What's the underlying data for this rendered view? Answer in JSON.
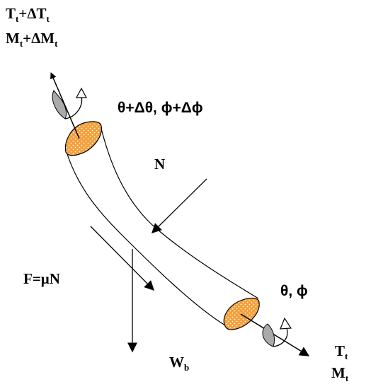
{
  "labels": {
    "top_tension": {
      "main": "T",
      "sub": "t",
      "rest": "+ΔT",
      "rest_sub": "t"
    },
    "top_moment": {
      "main": "M",
      "sub": "t",
      "rest": "+ΔM",
      "rest_sub": "t"
    },
    "top_angles": "θ+Δθ, ϕ+Δϕ",
    "normal_force": "N",
    "friction": "F=μN",
    "bottom_angles": "θ, ϕ",
    "weight": {
      "main": "W",
      "sub": "b"
    },
    "bottom_tension": {
      "main": "T",
      "sub": "t"
    },
    "bottom_moment": {
      "main": "M",
      "sub": "t"
    }
  },
  "colors": {
    "section_fill": "#f2a03d",
    "section_dots": "#fff3dc",
    "line": "#000000",
    "curved_arrow": "#aaaaaa"
  }
}
